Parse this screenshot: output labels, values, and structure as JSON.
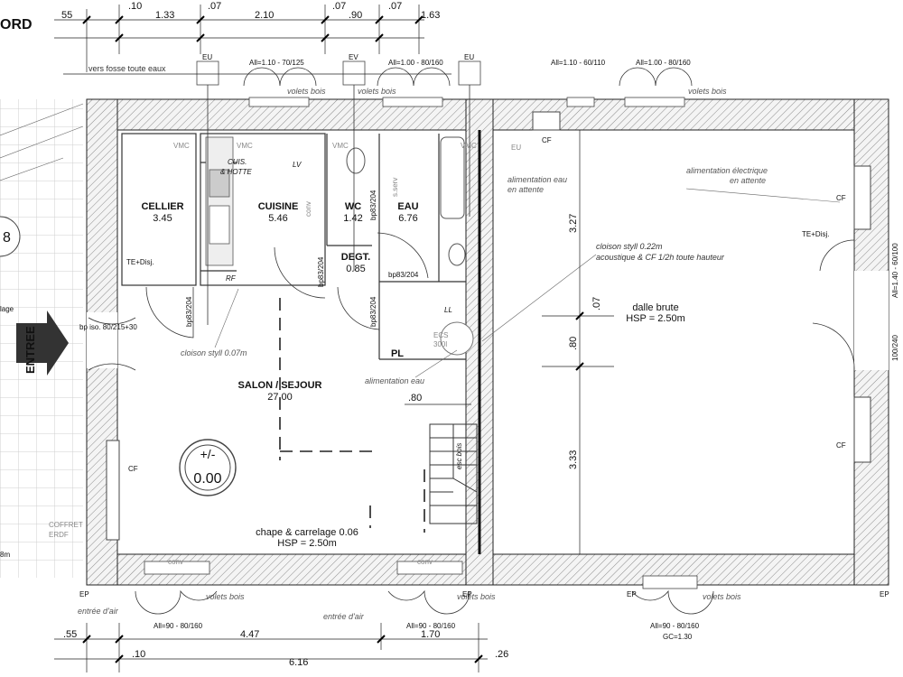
{
  "title_fragment": "ORD",
  "rooms": {
    "cellier": {
      "name": "CELLIER",
      "area": "3.45"
    },
    "cuisine": {
      "name": "CUISINE",
      "area": "5.46"
    },
    "wc": {
      "name": "WC",
      "area": "1.42"
    },
    "eau": {
      "name": "EAU",
      "area": "6.76"
    },
    "degt": {
      "name": "DEGT.",
      "area": "0.85"
    },
    "pl": {
      "name": "PL"
    },
    "salon": {
      "name": "SALON / SEJOUR",
      "area": "27.00"
    }
  },
  "floor_level": {
    "symbol": "+/-",
    "value": "0.00"
  },
  "entree_label": "ENTREE",
  "top_dims": [
    "55",
    ".10",
    "1.33",
    ".07",
    "2.10",
    ".07",
    ".90",
    ".07",
    "1.63"
  ],
  "bottom_dims": {
    "d1": ".55",
    "d2": "4.47",
    "d3": "1.70",
    "d4": ".10",
    "d5": "6.16",
    "d6": ".26"
  },
  "right_dims": {
    "h1": "3.27",
    "h2": ".07",
    "h3": ".80",
    "h4": "3.33"
  },
  "windows": {
    "w1": "All=1.10 - 70/125",
    "w2": "All=1.00 - 80/160",
    "w3": "All=1.10 - 60/110",
    "w4": "All=1.00 - 80/160",
    "w5_bottom": "All=90 - 80/160",
    "w6_bottom": "All=90 - 80/160",
    "w7_bottom": "All=90 - 80/160",
    "gc": "GC=1.30",
    "right_side": "All=1.40 - 60/100",
    "right_door": "100/240"
  },
  "labels": {
    "fosse": "vers fosse toute eaux",
    "volets1": "volets bois",
    "volets2": "volets bois",
    "volets3": "volets bois",
    "volets4": "volets bois",
    "volets5": "volets bois",
    "volets6": "volets bois",
    "eu1": "EU",
    "eu2": "EU",
    "eu3": "EU",
    "ev": "EV",
    "vmc1": "VMC",
    "vmc2": "VMC",
    "vmc3": "VMC",
    "vmc4": "VMC",
    "cuis_hotte1": "CUIS.",
    "cuis_hotte2": "& HOTTE",
    "lv": "LV",
    "rf": "RF",
    "ll": "LL",
    "conv1": "conv",
    "conv2": "conv",
    "conv3": "conv",
    "sserv": "s.serv",
    "te1": "TE+Disj.",
    "te2": "TE+Disj.",
    "bp1": "bp83/204",
    "bp2": "bp83/204",
    "bp3": "bp83/204",
    "bp4": "bp83/204",
    "bp5": "bp83/204",
    "bp_iso": "bp iso. 80/215+30",
    "cloison1": "cloison styll 0.07m",
    "cloison2a": "cloison styll 0.22m",
    "cloison2b": "acoustique & CF 1/2h toute hauteur",
    "alim_eau_att1": "alimentation eau",
    "alim_eau_att2": "en attente",
    "alim_elec1": "alimentation électrique",
    "alim_elec2": "en attente",
    "alim_eau": "alimentation eau",
    "ecs1": "ECS",
    "ecs2": "300l",
    "dalle1": "dalle brute",
    "dalle2": "HSP = 2.50m",
    "chape1": "chape & carrelage 0.06",
    "chape2": "HSP = 2.50m",
    "cf1": "CF",
    "cf2": "CF",
    "cf3": "CF",
    "cf4": "CF",
    "esc": "esc bois",
    "stair_dim": ".80",
    "coffret1": "COFFRET",
    "coffret2": "ERDF",
    "entree_air1": "entrée d'air",
    "entree_air2": "entrée d'air",
    "ep1": "EP",
    "ep2": "EP",
    "ep3": "EP",
    "ep4": "EP",
    "lage": "lage",
    "eight": "8",
    "m8": "8m"
  }
}
